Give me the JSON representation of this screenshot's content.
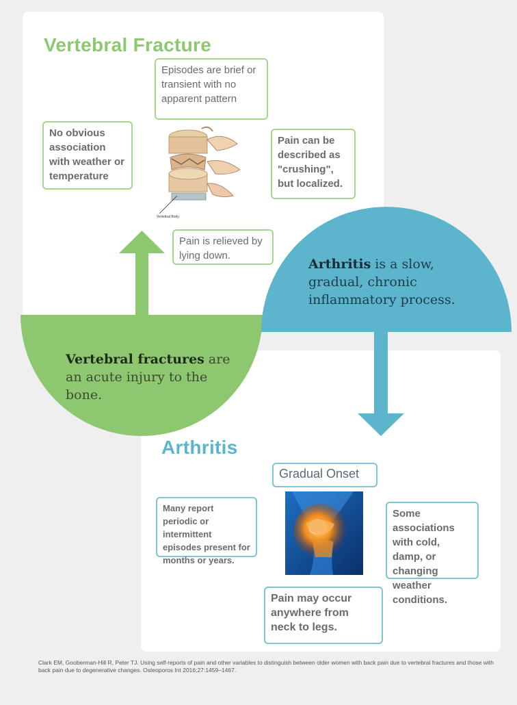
{
  "vertebral": {
    "title": "Vertebral Fracture",
    "boxes": {
      "episodes": "Episodes are brief or transient with no apparent pattern",
      "weather": "No obvious association with weather or temperature",
      "crushing": "Pain can be described as \"crushing\", but localized.",
      "lying": "Pain is relieved by lying down."
    },
    "illustration_label": "Vertebral Body",
    "summary_bold": "Vertebral fractures",
    "summary_rest": " are an acute injury to the bone."
  },
  "arthritis": {
    "title": "Arthritis",
    "boxes": {
      "gradual": "Gradual Onset",
      "periodic": "Many report periodic or intermittent episodes present for months or years.",
      "cold": "Some associations with cold, damp, or changing weather conditions.",
      "neck": "Pain may occur anywhere from neck to legs."
    },
    "summary_bold": "Arthritis",
    "summary_rest": " is a slow, gradual, chronic inflammatory process."
  },
  "citation": "Clark EM, Gooberman-Hill R, Peter TJ. Using self-reports of pain and other variables to distinguish between older women with back pain due to vertebral fractures and those with back pain due to degenerative changes. Osteoporos Int 2016;27:1459–1467.",
  "colors": {
    "green": "#8dc870",
    "blue": "#5cb4cd",
    "green_border": "#a6d68d",
    "blue_border": "#7fc3d6"
  }
}
